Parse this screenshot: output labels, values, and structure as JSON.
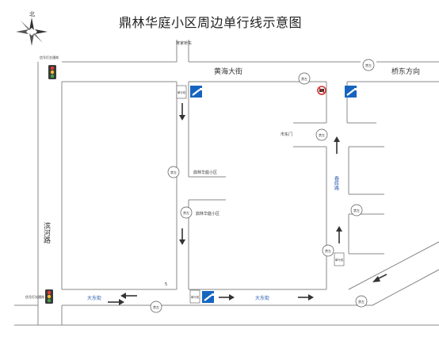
{
  "title": "鼎林华庭小区周边单行线示意图",
  "compass": {
    "north": "北"
  },
  "roads": {
    "huanghai": "黄海大街",
    "qiaodong": "桥东方向",
    "binhe": "滨河路",
    "dadong": "大东街",
    "dadong_right": "大东街",
    "chunhui": "春晖路",
    "jiangjiadong": "蒋家桥东"
  },
  "places": {
    "dinglin1": "鼎林华庭小区",
    "dinglin2": "鼎林华庭小区",
    "shiyi": "市东门",
    "small_mark": "5"
  },
  "signals": {
    "top_label": "信号灯交通岗",
    "bottom_label": "信号灯交通岗"
  },
  "oneway_labels": {
    "a": "单行线",
    "b": "单行线",
    "c": "单行线"
  },
  "circles": [
    "禁左",
    "禁左",
    "禁左",
    "禁左",
    "禁左",
    "禁左",
    "禁左",
    "禁左",
    "禁左"
  ]
}
